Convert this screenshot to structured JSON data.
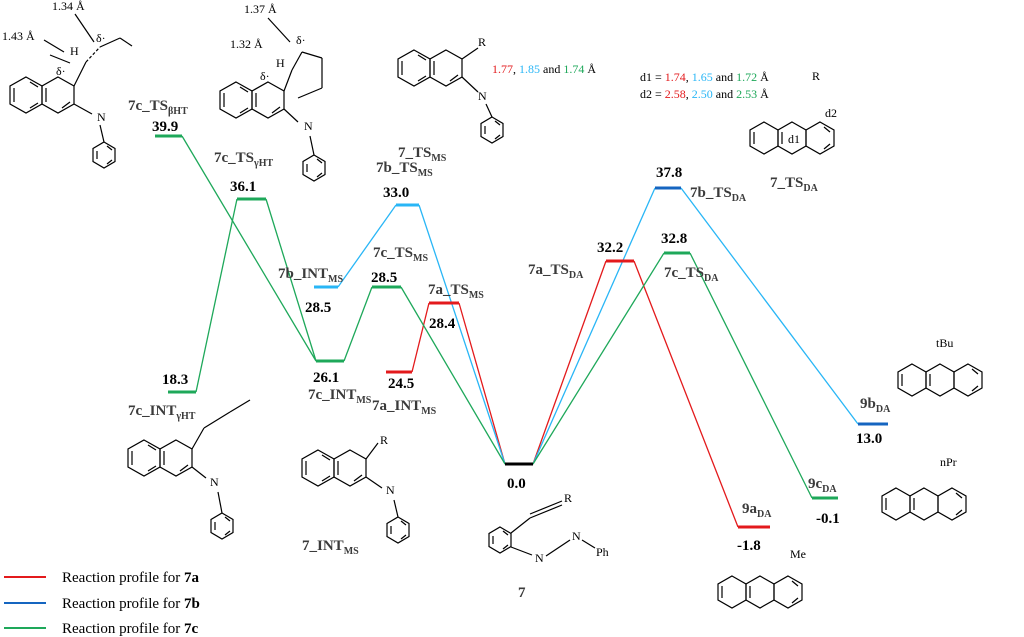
{
  "levels": [
    {
      "id": "p7",
      "label": "",
      "value": "0.0",
      "color": "#000000"
    },
    {
      "id": "ts7a",
      "label": "7a_TS",
      "sub": "MS",
      "value": "28.4",
      "color": "#e31a1c"
    },
    {
      "id": "int7a",
      "label": "7a_INT",
      "sub": "MS",
      "value": "24.5",
      "color": "#e31a1c"
    },
    {
      "id": "tsda7a",
      "label": "7a_TS",
      "sub": "DA",
      "value": "32.2",
      "color": "#e31a1c"
    },
    {
      "id": "p9a",
      "label": "9a",
      "sub": "DA",
      "value": "-1.8",
      "color": "#e31a1c"
    },
    {
      "id": "ts7b",
      "label": "7b_TS",
      "sub": "MS",
      "value": "33.0",
      "color": "#29b6f6"
    },
    {
      "id": "int7b",
      "label": "7b_INT",
      "sub": "MS",
      "value": "28.5",
      "color": "#29b6f6"
    },
    {
      "id": "tsda7b",
      "label": "7b_TS",
      "sub": "DA",
      "value": "37.8",
      "color": "#1565c0"
    },
    {
      "id": "p9b",
      "label": "9b",
      "sub": "DA",
      "value": "13.0",
      "color": "#1565c0"
    },
    {
      "id": "ts7c",
      "label": "7c_TS",
      "sub": "MS",
      "value": "28.5",
      "color": "#1ea85a"
    },
    {
      "id": "int7c",
      "label": "7c_INT",
      "sub": "MS",
      "value": "26.1",
      "color": "#1ea85a"
    },
    {
      "id": "tsgam",
      "label": "7c_TS",
      "sub": "γHT",
      "value": "36.1",
      "color": "#1ea85a"
    },
    {
      "id": "intgam",
      "label": "7c_INT",
      "sub": "γHT",
      "value": "18.3",
      "color": "#1ea85a"
    },
    {
      "id": "tsbeta",
      "label": "7c_TS",
      "sub": "βHT",
      "value": "39.9",
      "color": "#1ea85a"
    },
    {
      "id": "tsda7c",
      "label": "7c_TS",
      "sub": "DA",
      "value": "32.8",
      "color": "#1ea85a"
    },
    {
      "id": "p9c",
      "label": "9c",
      "sub": "DA",
      "value": "-0.1",
      "color": "#1ea85a"
    }
  ],
  "structure_labels": {
    "int_ms": "7_INT",
    "int_ms_sub": "MS",
    "ts_ms": "7_TS",
    "ts_ms_sub": "MS",
    "ts_da": "7_TS",
    "ts_da_sub": "DA",
    "reactant": "7"
  },
  "ts_ms_distances": {
    "red": "1.77",
    "sep1": ", ",
    "cyan": "1.85",
    "sep2": " and ",
    "green": "1.74",
    "unit": " Å"
  },
  "ts_da_distances": {
    "d1_prefix": "d1 = ",
    "d1_red": "1.74",
    "d1_cyan": "1.65",
    "d1_green": "1.72",
    "d2_prefix": "d2 = ",
    "d2_red": "2.58",
    "d2_cyan": "2.50",
    "d2_green": "2.53",
    "sep1": ", ",
    "sep2": " and ",
    "unit": " Å"
  },
  "beta_annotations": {
    "a": "1.43 Å",
    "b": "1.34 Å",
    "delta": "δ·",
    "h": "H"
  },
  "gamma_annotations": {
    "a": "1.37 Å",
    "b": "1.32 Å",
    "delta": "δ·",
    "h": "H"
  },
  "substituents": {
    "r": "R",
    "tbu": "tBu",
    "npr": "nPr",
    "me": "Me",
    "ph": "Ph",
    "n": "N"
  },
  "legend": [
    {
      "text": "Reaction profile for ",
      "bold": "7a",
      "color": "#e31a1c"
    },
    {
      "text": "Reaction profile for ",
      "bold": "7b",
      "color": "#1565c0"
    },
    {
      "text": "Reaction profile for ",
      "bold": "7c",
      "color": "#1ea85a"
    }
  ],
  "colors": {
    "red": "#e31a1c",
    "cyan": "#29b6f6",
    "blue": "#1565c0",
    "green": "#1ea85a"
  }
}
